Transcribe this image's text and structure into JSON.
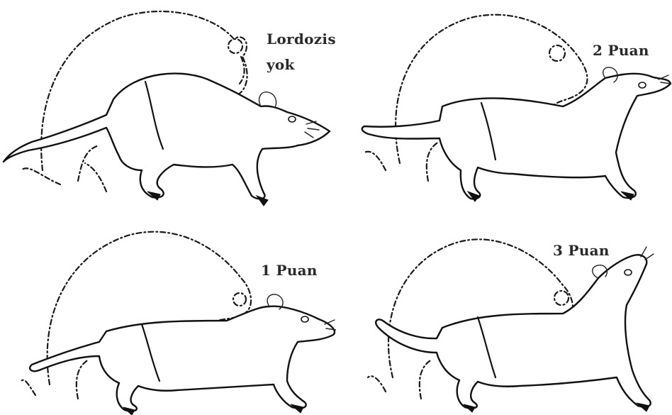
{
  "labels": {
    "panel_none_line1": "Lordozis",
    "panel_none_line2": "yok",
    "panel_score2": "2 Puan",
    "panel_score1": "1 Puan",
    "panel_score3": "3 Puan"
  }
}
